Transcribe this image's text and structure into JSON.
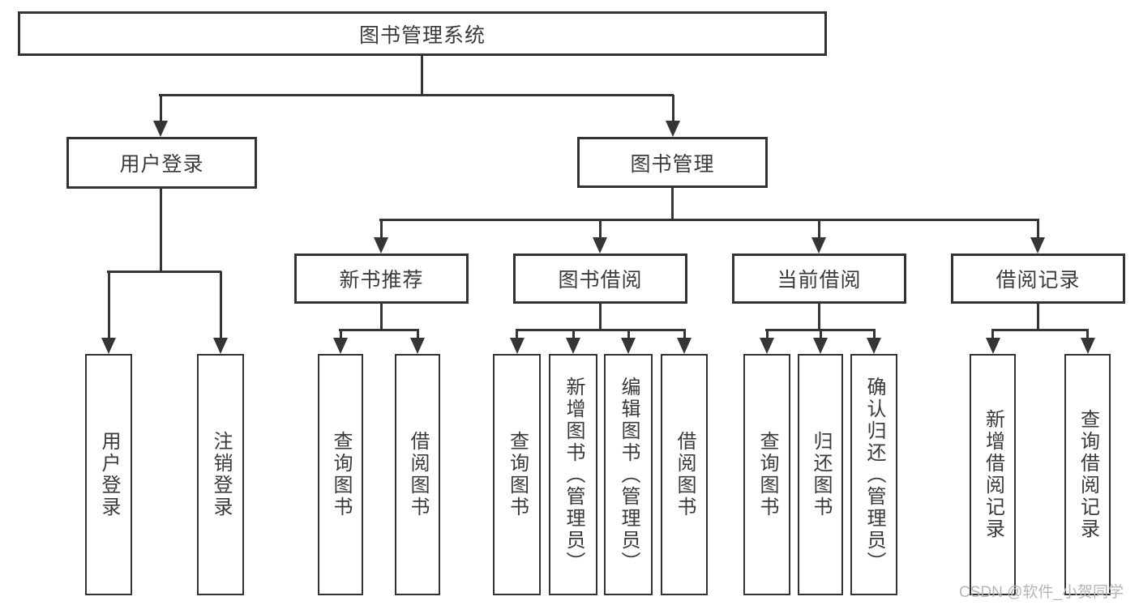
{
  "diagram": {
    "title": "图书管理系统",
    "level2": [
      {
        "label": "用户登录"
      },
      {
        "label": "图书管理"
      }
    ],
    "level3": [
      {
        "label": "新书推荐",
        "parent": "图书管理"
      },
      {
        "label": "图书借阅",
        "parent": "图书管理"
      },
      {
        "label": "当前借阅",
        "parent": "图书管理"
      },
      {
        "label": "借阅记录",
        "parent": "图书管理"
      }
    ],
    "leaves": [
      {
        "label": "用户登录",
        "parent": "用户登录"
      },
      {
        "label": "注销登录",
        "parent": "用户登录"
      },
      {
        "label": "查询图书",
        "parent": "新书推荐"
      },
      {
        "label": "借阅图书",
        "parent": "新书推荐"
      },
      {
        "label": "查询图书",
        "parent": "图书借阅"
      },
      {
        "label": "新增图书（管理员）",
        "parent": "图书借阅"
      },
      {
        "label": "编辑图书（管理员）",
        "parent": "图书借阅"
      },
      {
        "label": "借阅图书",
        "parent": "图书借阅"
      },
      {
        "label": "查询图书",
        "parent": "当前借阅"
      },
      {
        "label": "归还图书",
        "parent": "当前借阅"
      },
      {
        "label": "确认归还（管理员）",
        "parent": "当前借阅"
      },
      {
        "label": "新增借阅记录",
        "parent": "借阅记录"
      },
      {
        "label": "查询借阅记录",
        "parent": "借阅记录"
      }
    ]
  },
  "watermark": "CSDN @软件_小贺同学",
  "colors": {
    "line": "#353535",
    "border": "#333333",
    "text": "#3a3a3a",
    "watermark": "#b5b5b5",
    "background": "#ffffff"
  }
}
